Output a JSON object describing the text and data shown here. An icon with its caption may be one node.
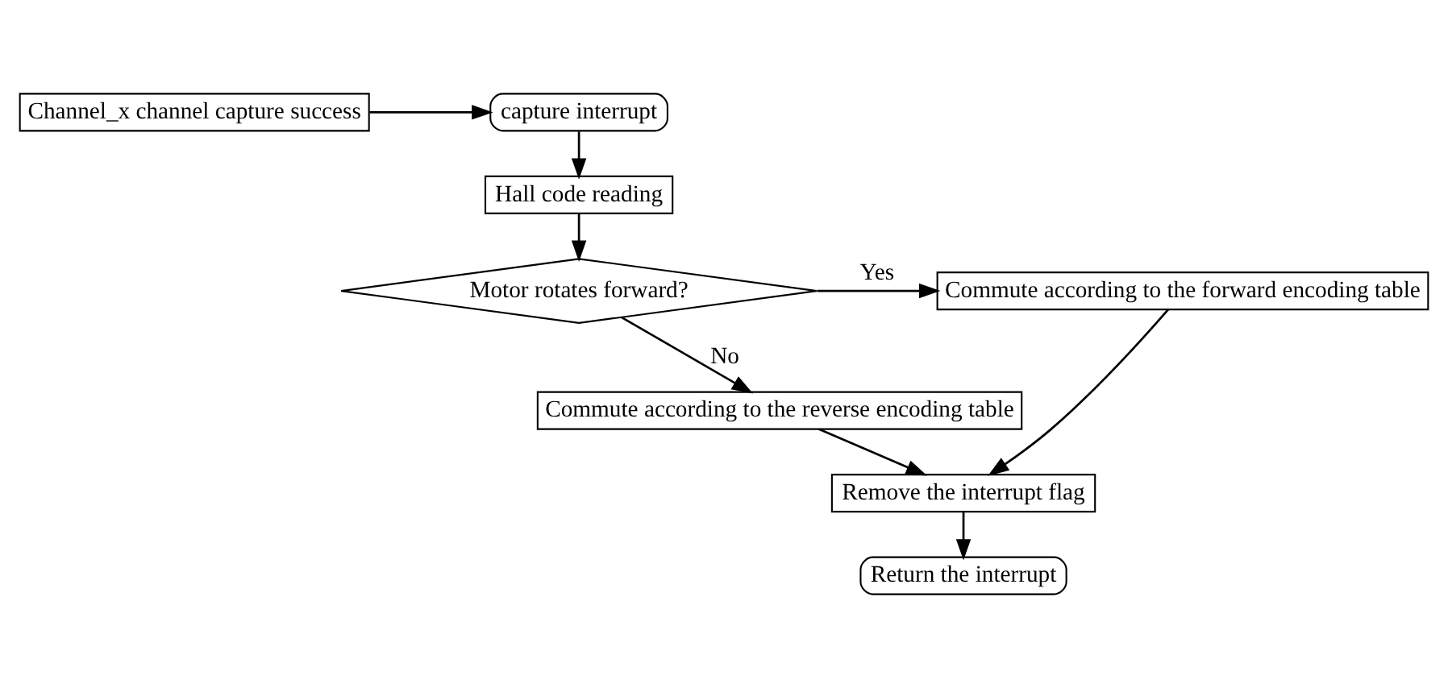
{
  "diagram": {
    "nodes": [
      {
        "text": [
          "Channel_x channel capture success"
        ]
      },
      {
        "text": [
          "capture interrupt"
        ]
      },
      {
        "text": [
          "Hall code reading"
        ]
      },
      {
        "text": [
          "Motor rotates forward?"
        ]
      },
      {
        "text": [
          "Commute according to the forward encoding table"
        ]
      },
      {
        "text": [
          "Commute according to the reverse encoding table"
        ]
      },
      {
        "text": [
          "Remove the interrupt flag"
        ]
      },
      {
        "text": [
          "Return the interrupt"
        ]
      }
    ],
    "edges": [
      {
        "from": 0,
        "to": 1,
        "arrow": "to"
      },
      {
        "from": 1,
        "to": 2,
        "arrow": "to"
      },
      {
        "from": 2,
        "to": 3,
        "arrow": "to"
      },
      {
        "from": 3,
        "to": 4,
        "arrow": "to",
        "label": "Yes"
      },
      {
        "from": 3,
        "to": 5,
        "arrow": "to",
        "label": "No"
      },
      {
        "from": 4,
        "to": 6,
        "arrow": "to"
      },
      {
        "from": 5,
        "to": 6,
        "arrow": "to"
      },
      {
        "from": 6,
        "to": 7,
        "arrow": "to"
      }
    ]
  }
}
